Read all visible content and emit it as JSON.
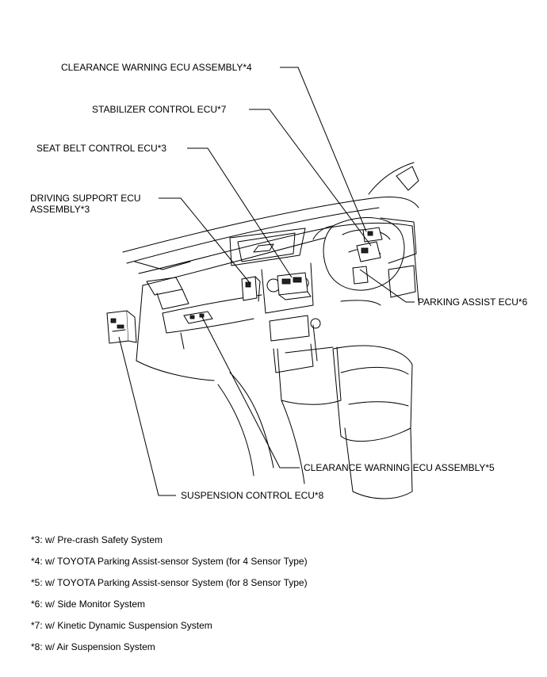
{
  "callouts": {
    "clearance_warning_4": "CLEARANCE WARNING ECU ASSEMBLY*4",
    "stabilizer": "STABILIZER CONTROL ECU*7",
    "seat_belt": "SEAT BELT CONTROL ECU*3",
    "driving_support_line1": "DRIVING SUPPORT ECU",
    "driving_support_line2": "ASSEMBLY*3",
    "parking_assist": "PARKING ASSIST ECU*6",
    "clearance_warning_5": "CLEARANCE WARNING ECU ASSEMBLY*5",
    "suspension": "SUSPENSION CONTROL ECU*8"
  },
  "notes": [
    "*3: w/ Pre-crash Safety System",
    "*4: w/ TOYOTA Parking Assist-sensor System (for 4 Sensor Type)",
    "*5: w/ TOYOTA Parking Assist-sensor System (for 8 Sensor Type)",
    "*6: w/ Side Monitor System",
    "*7: w/ Kinetic Dynamic Suspension System",
    "*8: w/ Air Suspension System"
  ]
}
